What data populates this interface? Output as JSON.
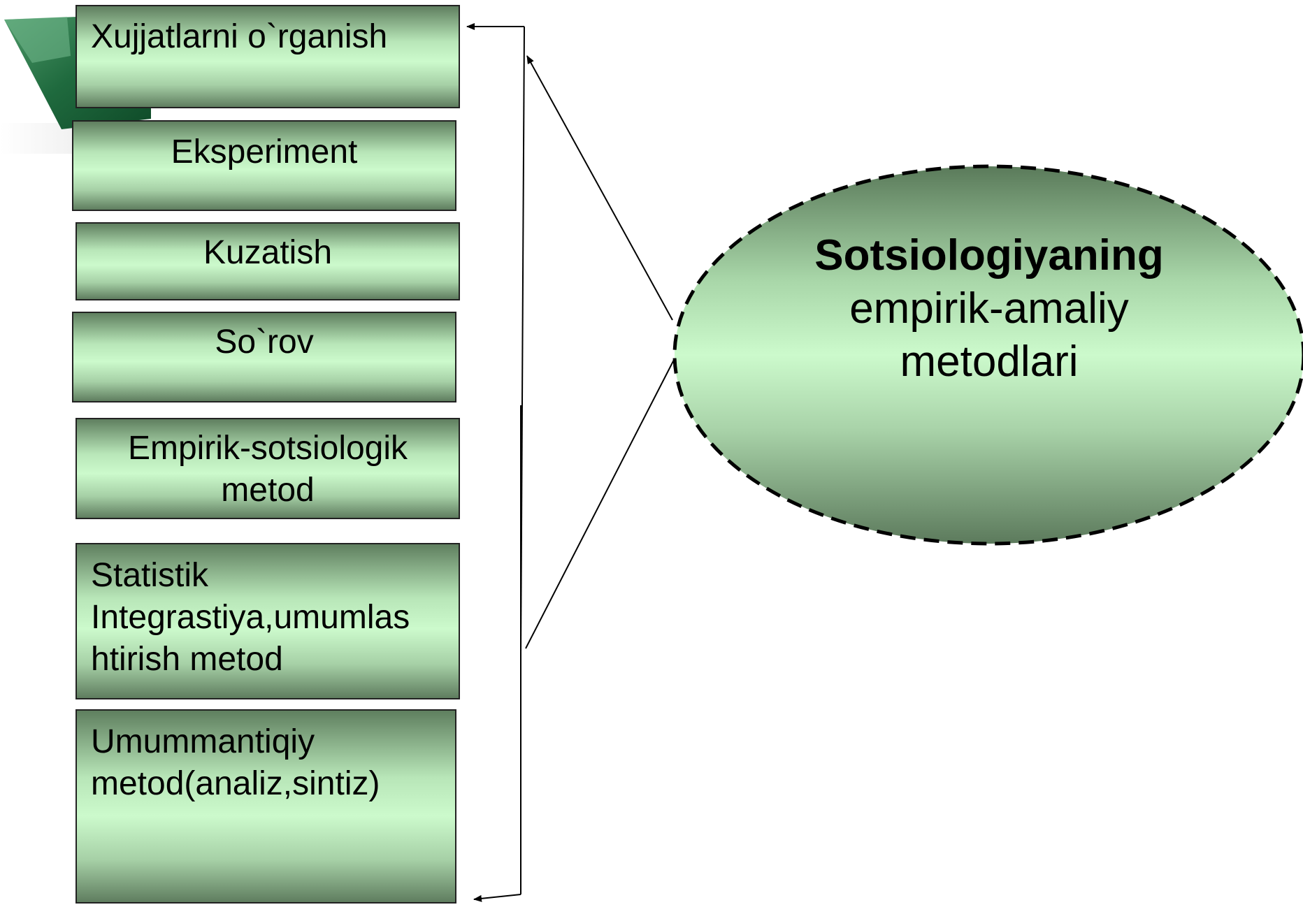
{
  "left_boxes": [
    {
      "lines": [
        "Xujjatlarni o`rganish"
      ]
    },
    {
      "lines": [
        "Eksperiment"
      ]
    },
    {
      "lines": [
        "Kuzatish"
      ]
    },
    {
      "lines": [
        "So`rov"
      ]
    },
    {
      "lines": [
        "Empirik-sotsiologik",
        "metod"
      ]
    },
    {
      "lines": [
        "Statistik",
        "Integrastiya,umumlas",
        "htirish metod"
      ]
    },
    {
      "lines": [
        "Umummantiqiy",
        "metod(analiz,sintiz)"
      ]
    }
  ],
  "ellipse": {
    "title": "Sotsiologiyaning",
    "line2": "empirik-amaliy",
    "line3": "metodlari"
  }
}
